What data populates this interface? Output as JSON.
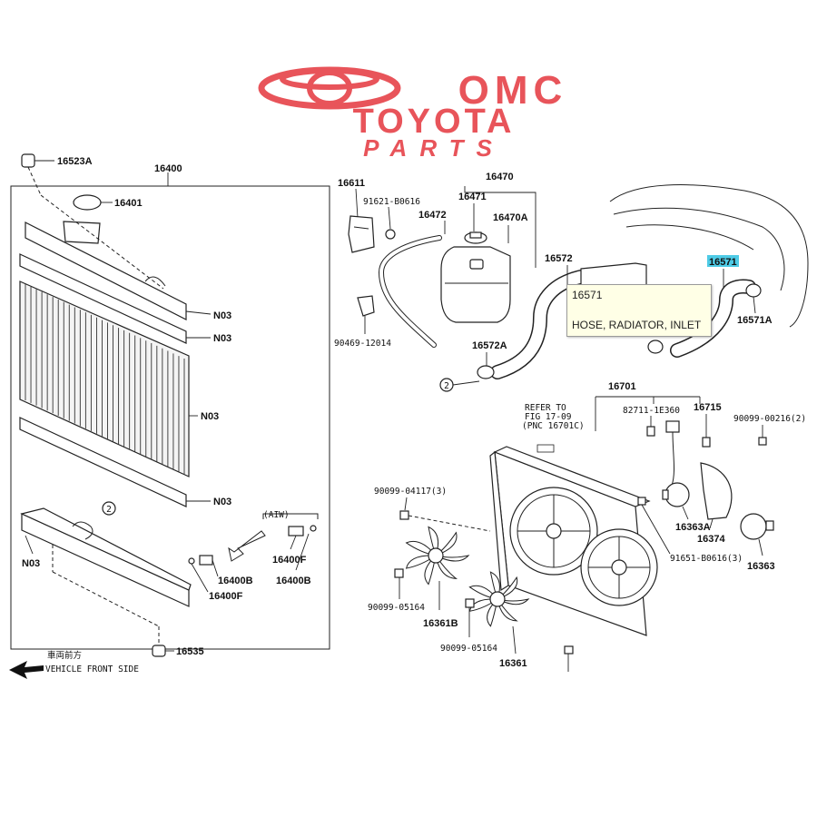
{
  "logo": {
    "line1": "OMC",
    "line2": "TOYOTA",
    "line3": "PARTS",
    "color": "#e8545a"
  },
  "labels": {
    "p16523A": "16523A",
    "p16400": "16400",
    "p16401": "16401",
    "pN03a": "N03",
    "pN03b": "N03",
    "pN03c": "N03",
    "pN03d": "N03",
    "pN03e": "N03",
    "p16611": "16611",
    "p91621": "91621-B0616",
    "p16470": "16470",
    "p16471": "16471",
    "p16472": "16472",
    "p16470A": "16470A",
    "p90469": "90469-12014",
    "p16572": "16572",
    "p16571": "16571",
    "p16571A": "16571A",
    "p16572A": "16572A",
    "p16701": "16701",
    "refer1": "REFER TO",
    "refer2": "FIG 17-09",
    "refer3": "(PNC 16701C)",
    "p82711": "82711-1E360",
    "p16715": "16715",
    "p90099_00216": "90099-00216(2)",
    "p90099_04117": "90099-04117(3)",
    "p16363A": "16363A",
    "p16374": "16374",
    "p91651": "91651-B0616(3)",
    "p16363": "16363",
    "p90099_05164a": "90099-05164",
    "p16361B": "16361B",
    "p90099_05164b": "90099-05164",
    "p16361": "16361",
    "p16535": "16535",
    "p16400F_a": "16400F",
    "p16400B_a": "16400B",
    "p16400F_b": "16400F",
    "p16400B_b": "16400B",
    "aiw": "(AIW)",
    "circle2a": "2",
    "circle2b": "2",
    "front_jp": "車両前方",
    "front_en": "VEHICLE FRONT SIDE"
  },
  "tooltip": {
    "part_number": "16571",
    "description": "HOSE, RADIATOR, INLET"
  },
  "highlight_color": "#4ecbe6"
}
